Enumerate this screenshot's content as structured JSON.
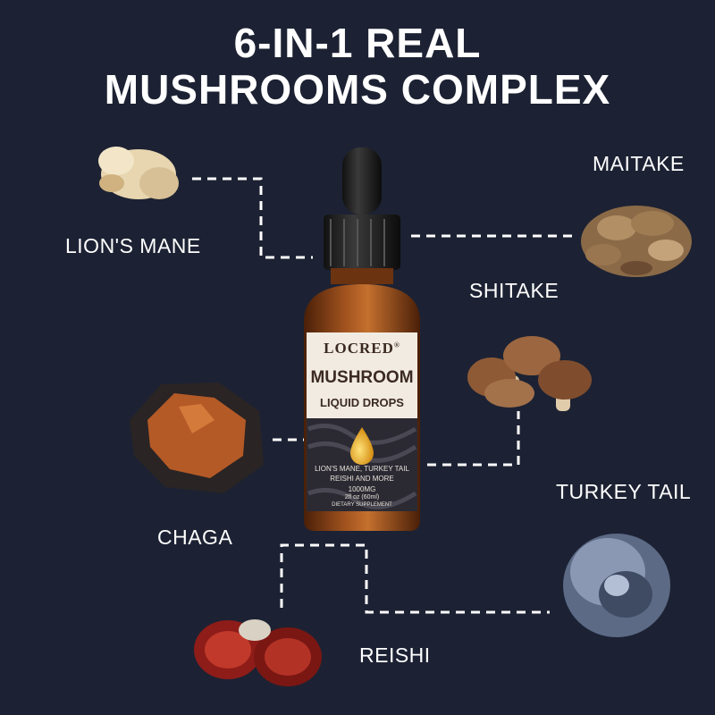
{
  "title_line1": "6-IN-1 REAL",
  "title_line2": "MUSHROOMS COMPLEX",
  "labels": {
    "lions_mane": "LION'S MANE",
    "maitake": "MAITAKE",
    "shitake": "SHITAKE",
    "chaga": "CHAGA",
    "turkey_tail": "TURKEY TAIL",
    "reishi": "REISHI"
  },
  "bottle": {
    "brand": "LOCRED",
    "brand_mark": "®",
    "product_line1": "MUSHROOM",
    "product_line2": "LIQUID DROPS",
    "ingredients_line1": "LION'S MANE, TURKEY TAIL",
    "ingredients_line2": "REISHI AND MORE",
    "dose": "1000MG",
    "volume": "2fl oz (60ml)",
    "category": "DIETARY SUPPLEMENT"
  },
  "colors": {
    "background": "#1c2233",
    "text": "#ffffff",
    "connector": "#ffffff",
    "bottle_amber": "#7a3a12",
    "label_band": "#f1ebe2",
    "label_title": "#3b2a22"
  }
}
